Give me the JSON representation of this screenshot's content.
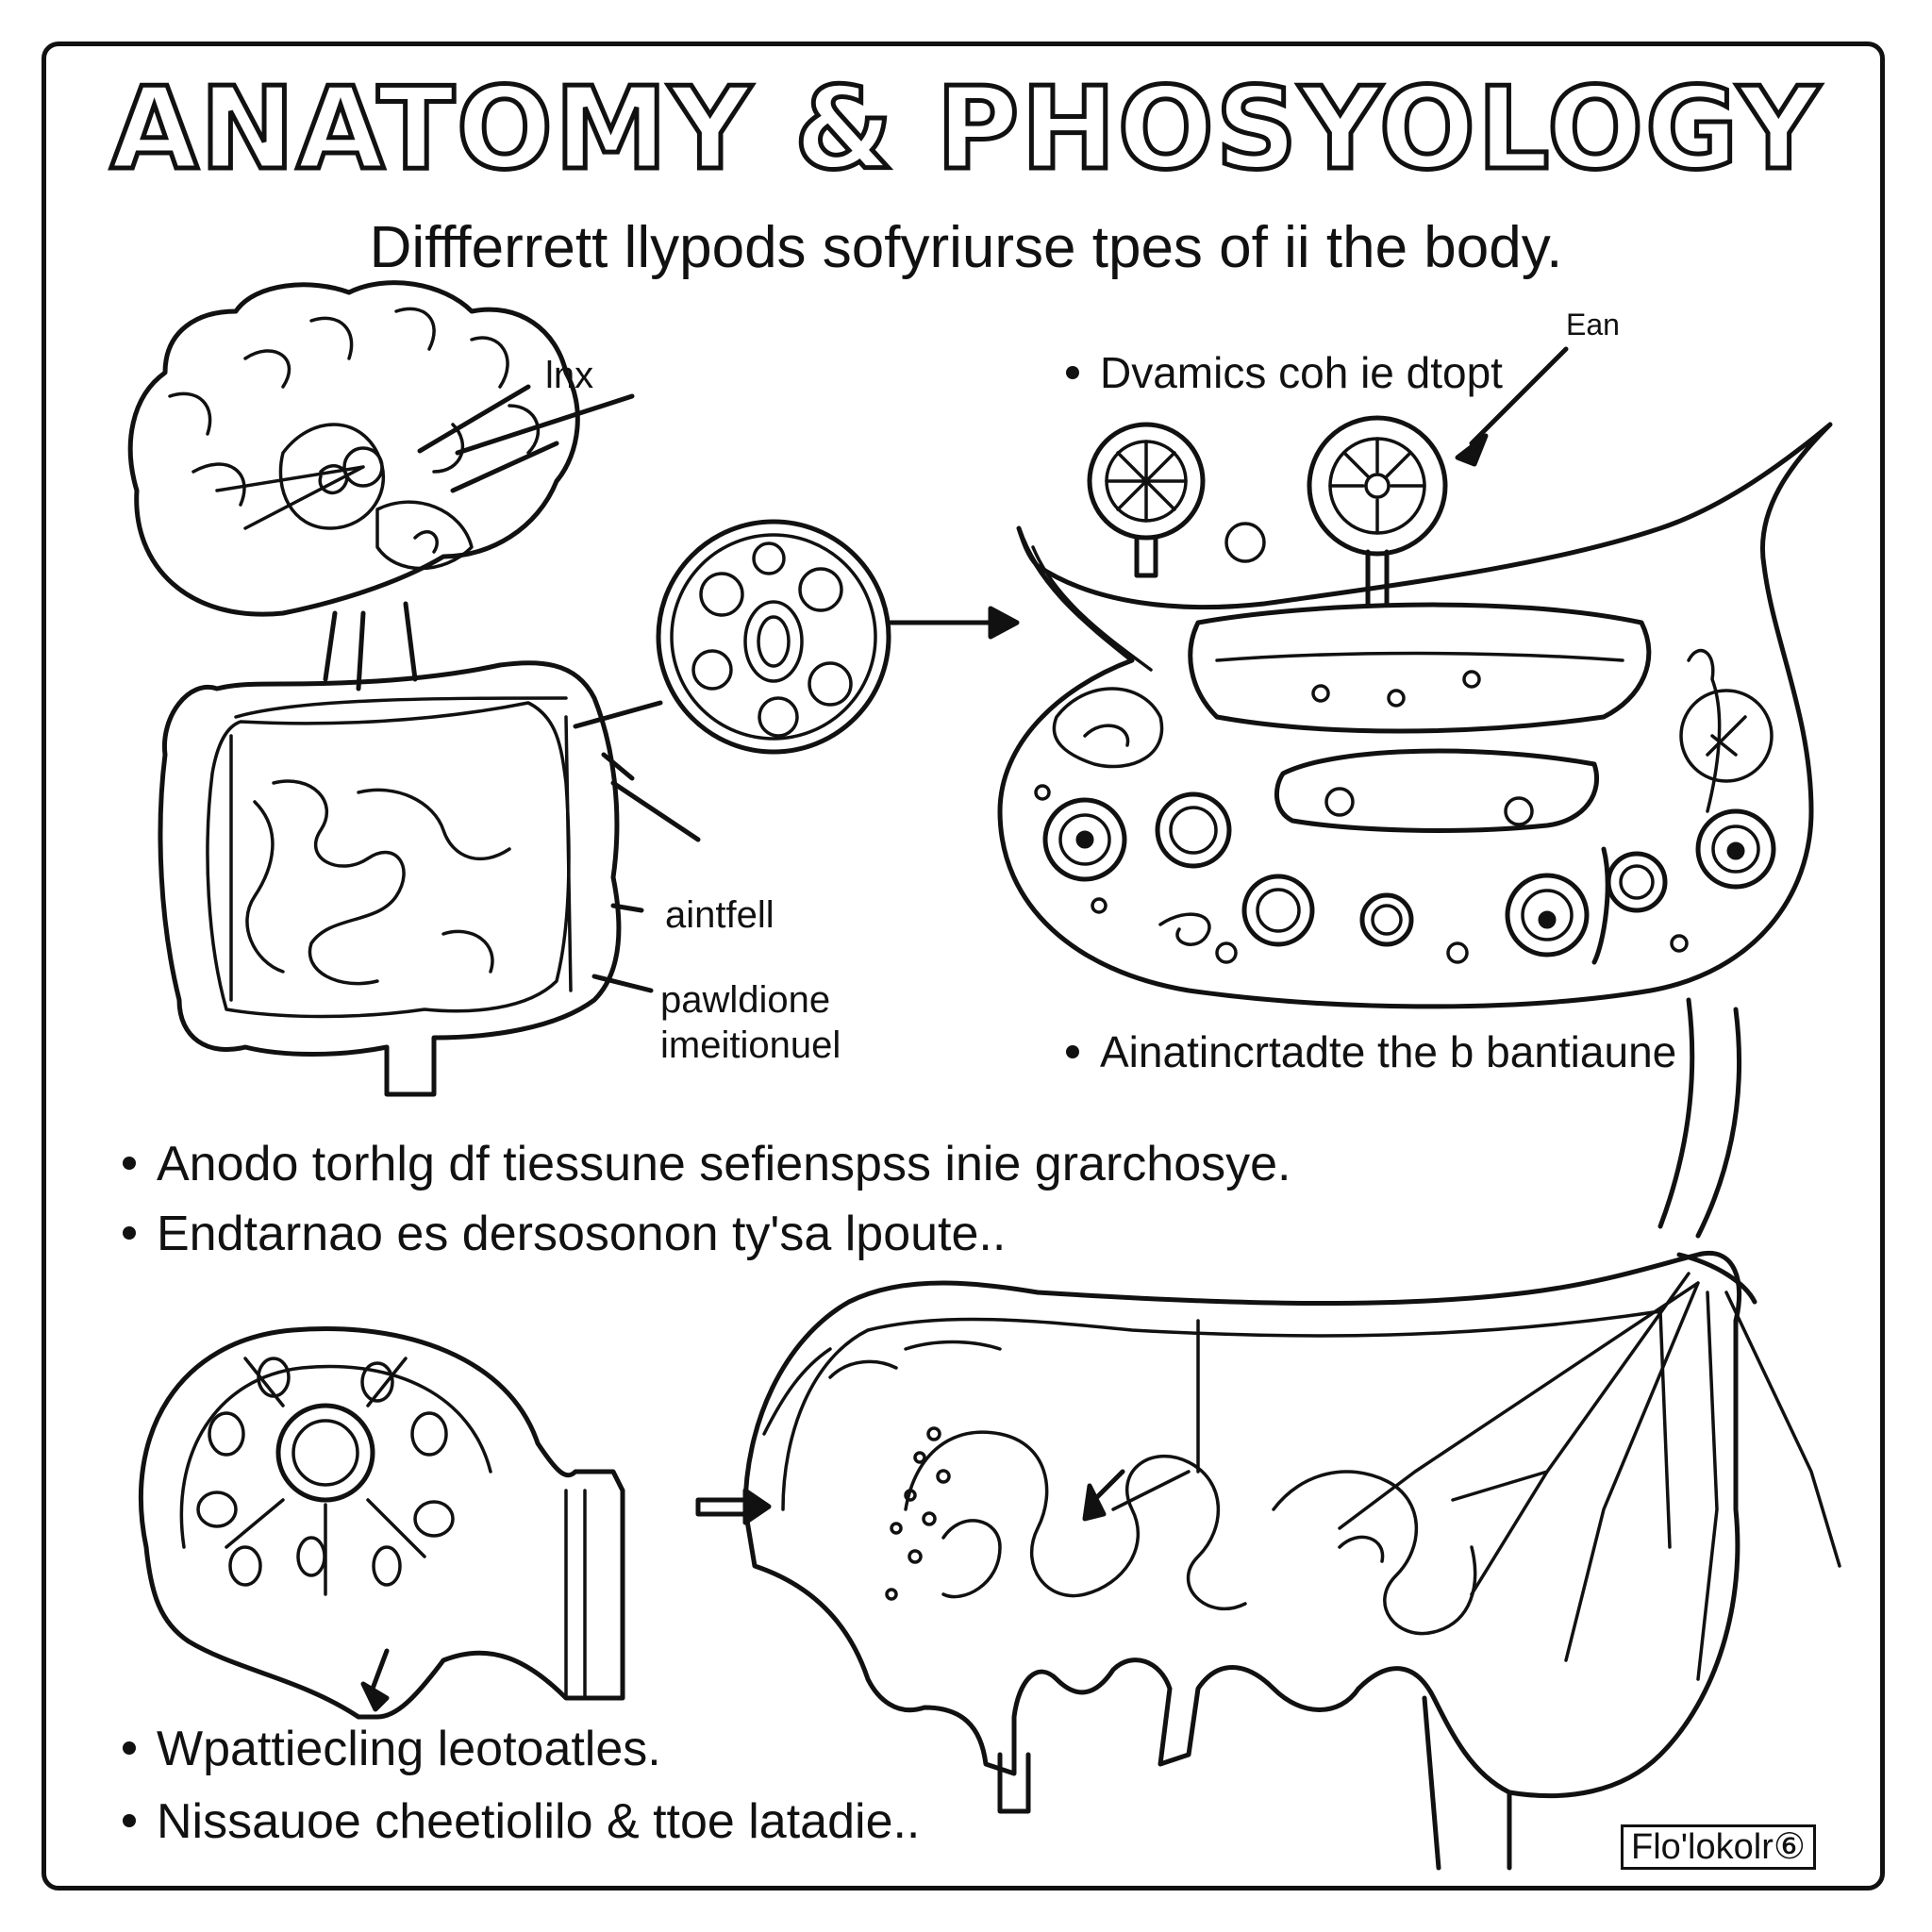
{
  "header": {
    "title": "ANATOMY & PHOSYOLOGY",
    "subtitle": "Diffferrett llypods sofyriurse tpes of ii the body."
  },
  "labels": {
    "top_left_1": "lnx",
    "top_left_2": "aintfell",
    "top_left_3a": "pawldione",
    "top_left_3b": "imeitionuel",
    "top_right_corner": "Ean"
  },
  "bullets": {
    "top_right_top": "Dvamics coh ie dtopt",
    "top_right_bottom": "Ainatincrtadte the b bantiaune",
    "middle": [
      "Anodo torhlg df tiessune sefienspss inie grarchosye.",
      "Endtarnao es dersosonon ty'sa lpoute.."
    ],
    "bottom": [
      "Wpattiecling leotoatles.",
      "Nissauoe cheetiolilo & ttoe latadie.."
    ]
  },
  "footer": {
    "signature": "Flo'lokolr",
    "signature_mark": "⑥"
  }
}
